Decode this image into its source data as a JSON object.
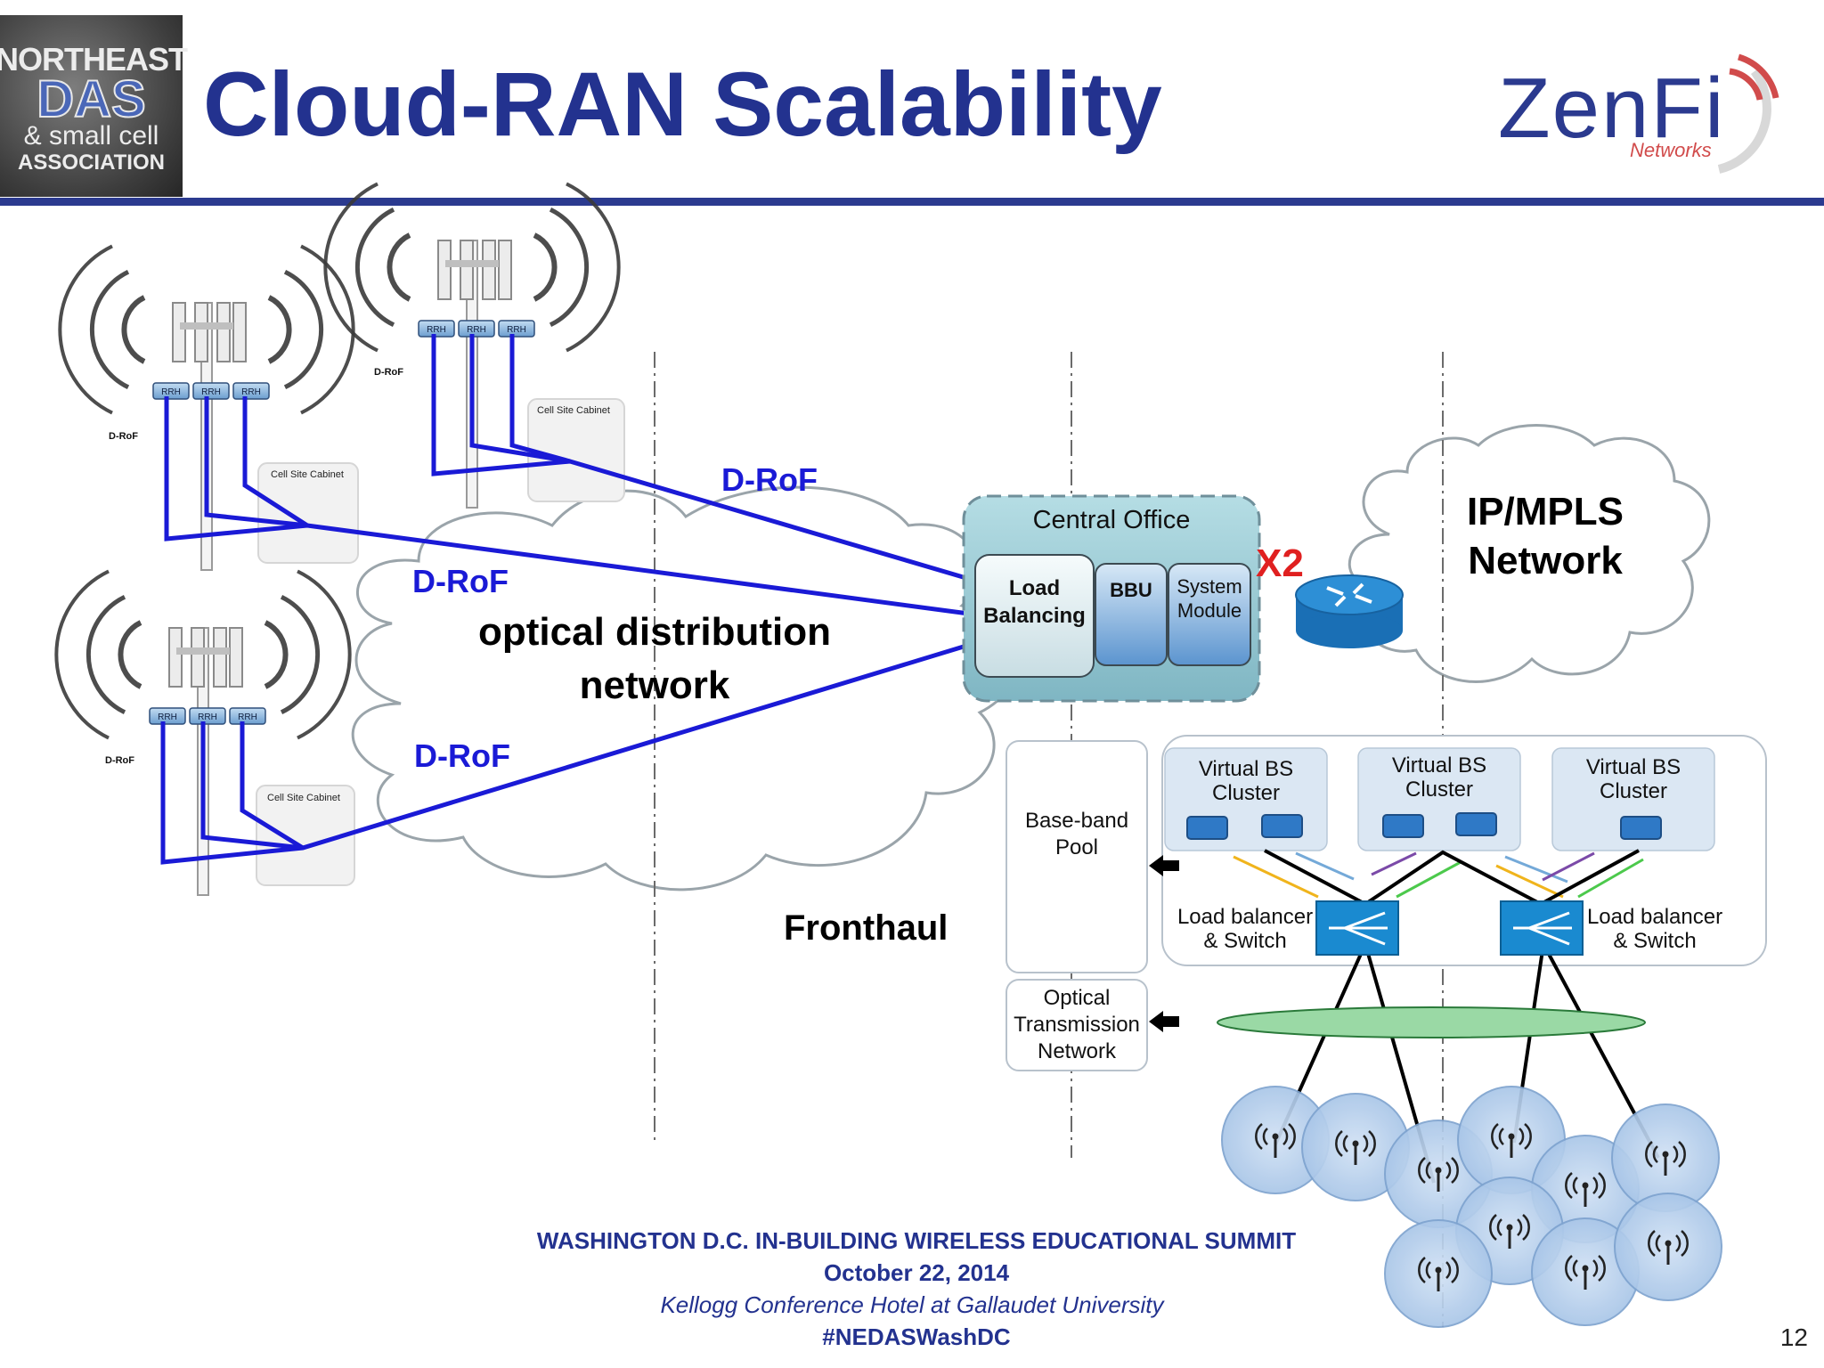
{
  "header": {
    "title": "Cloud-RAN Scalability",
    "logo_left": {
      "line1": "NORTHEAST",
      "line2": "DAS",
      "line3": "& small cell",
      "line4": "ASSOCIATION"
    },
    "logo_right": {
      "word": "ZenFi",
      "sub": "Networks"
    },
    "accent_color": "#23328f"
  },
  "diagram": {
    "rrh_label": "RRH",
    "drof_small": "D-RoF",
    "cabinet_label": "Cell Site Cabinet",
    "drof_links": [
      "D-RoF",
      "D-RoF",
      "D-RoF"
    ],
    "cloud_label_1": "optical distribution",
    "cloud_label_2": "network",
    "central_office": {
      "title": "Central Office",
      "load_balancing_1": "Load",
      "load_balancing_2": "Balancing",
      "bbu": "BBU",
      "system_module_1": "System",
      "system_module_2": "Module"
    },
    "x2": "X2",
    "ipmpls_1": "IP/MPLS",
    "ipmpls_2": "Network",
    "fronthaul": "Fronthaul",
    "baseband_pool_1": "Base-band",
    "baseband_pool_2": "Pool",
    "optical_tx_1": "Optical",
    "optical_tx_2": "Transmission",
    "optical_tx_3": "Network",
    "vbs_line1": "Virtual BS",
    "vbs_line2": "Cluster",
    "lb_switch_1": "Load balancer",
    "lb_switch_2": "& Switch",
    "link_color": "#1a1ad6"
  },
  "footer": {
    "line1": "WASHINGTON D.C. IN-BUILDING WIRELESS EDUCATIONAL SUMMIT",
    "line2": "October 22, 2014",
    "line3": "Kellogg Conference Hotel at Gallaudet University",
    "line4": "#NEDASWashDC"
  },
  "page_number": "12"
}
